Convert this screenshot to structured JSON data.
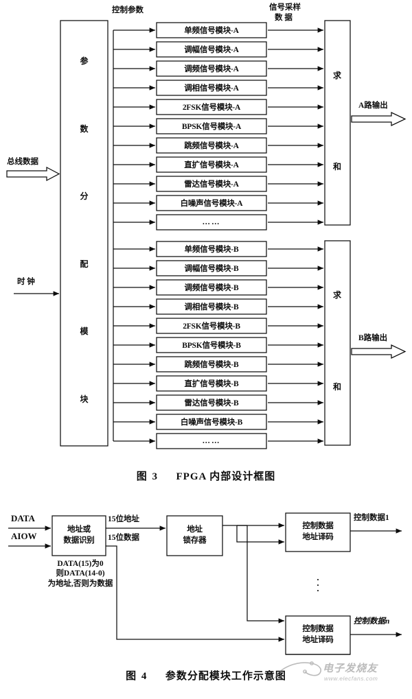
{
  "figure3": {
    "caption_number": "图 3",
    "caption_title": "FPGA 内部设计框图",
    "input_bus_label": "总线数据",
    "input_clock_label": "时 钟",
    "distributor_label": "参 数 分 配 模 块",
    "distributor_chars": [
      "参",
      "数",
      "分",
      "配",
      "模",
      "块"
    ],
    "control_param_label": "控制参数",
    "sample_label_line1": "信号采样",
    "sample_label_line2": "数 据",
    "sum_block_char_top": "求",
    "sum_block_char_bottom": "和",
    "output_a_label": "A路输出",
    "output_b_label": "B路输出",
    "ellipsis": "……",
    "modules_a": [
      "单频信号模块-A",
      "调幅信号模块-A",
      "调频信号模块-A",
      "调相信号模块-A",
      "2FSK信号模块-A",
      "BPSK信号模块-A",
      "跳频信号模块-A",
      "直扩信号模块-A",
      "雷达信号模块-A",
      "白噪声信号模块-A",
      "……"
    ],
    "modules_b": [
      "单频信号模块-B",
      "调幅信号模块-B",
      "调频信号模块-B",
      "调相信号模块-B",
      "2FSK信号模块-B",
      "BPSK信号模块-B",
      "跳频信号模块-B",
      "直扩信号模块-B",
      "雷达信号模块-B",
      "白噪声信号模块-B",
      "……"
    ]
  },
  "figure4": {
    "caption_number": "图 4",
    "caption_title": "参数分配模块工作示意图",
    "input_data_label": "DATA",
    "input_aiow_label": "AIOW",
    "identify_block_line1": "地址或",
    "identify_block_line2": "数据识别",
    "addr_bus_label": "15位地址",
    "data_bus_label": "15位数据",
    "latch_block_line1": "地址",
    "latch_block_line2": "锁存器",
    "decoder_block_line1": "控制数据",
    "decoder_block_line2": "地址译码",
    "output_1_label": "控制数据1",
    "output_n_label": "控制数据n",
    "note_line1": "DATA(15)为0",
    "note_line2": "则DATA(14-0)",
    "note_line3": "为地址,否则为数据",
    "vertical_dots": "⋮"
  },
  "watermark": {
    "brand": "电子发烧友",
    "url": "www.elecfans.com"
  },
  "colors": {
    "ink": "#0d0d0d",
    "paper": "#ffffff",
    "watermark": "#7a7a7a"
  }
}
